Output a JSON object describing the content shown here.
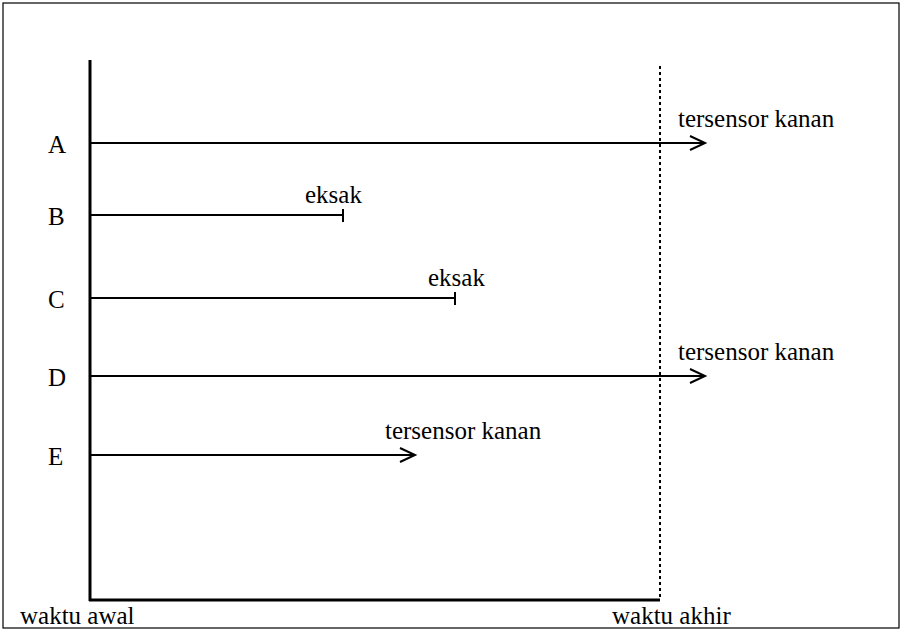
{
  "diagram": {
    "labels": [
      "A",
      "B",
      "C",
      "D",
      "E",
      "tersensor kanan",
      "eksak",
      "eksak",
      "tersensor kanan",
      "tersensor kanan",
      "waktu awal",
      "waktu akhir"
    ]
  }
}
